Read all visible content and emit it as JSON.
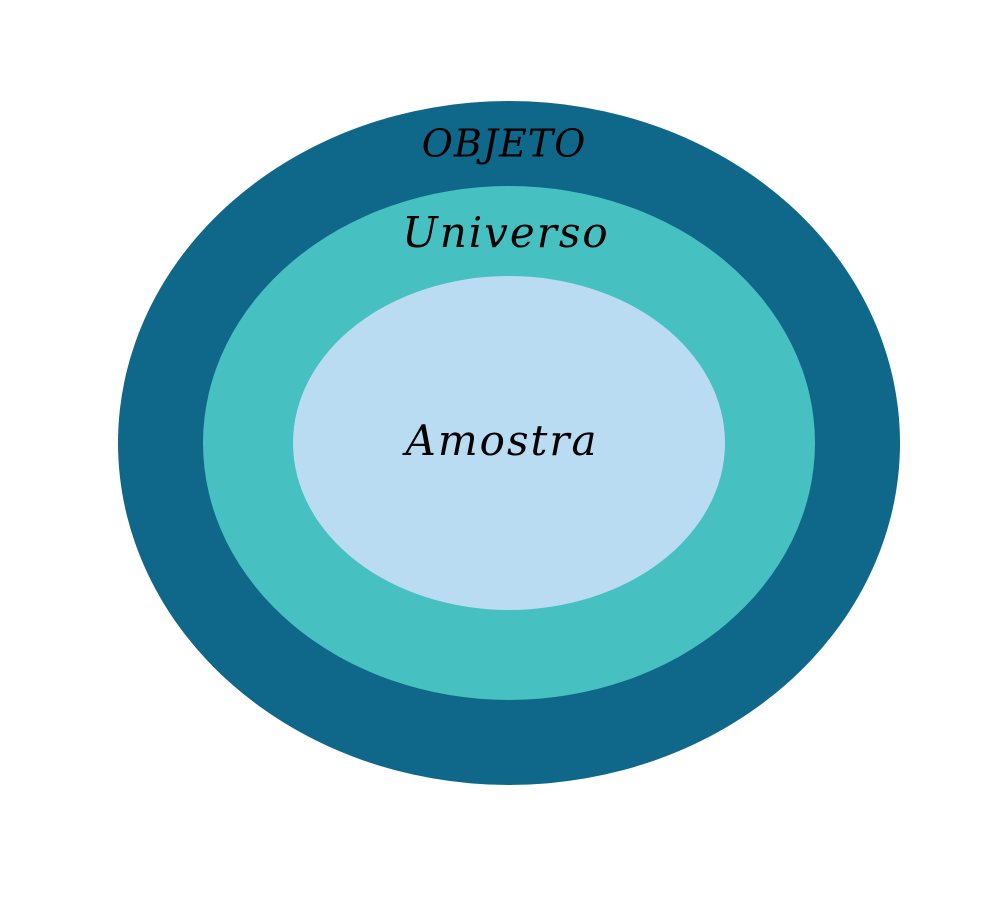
{
  "diagram": {
    "layers": [
      {
        "id": "objeto",
        "label": "OBJETO",
        "color": "#0f6789"
      },
      {
        "id": "universo",
        "label": "Universo",
        "color": "#47c0c1"
      },
      {
        "id": "amostra",
        "label": "Amostra",
        "color": "#b9dcf2"
      }
    ]
  }
}
